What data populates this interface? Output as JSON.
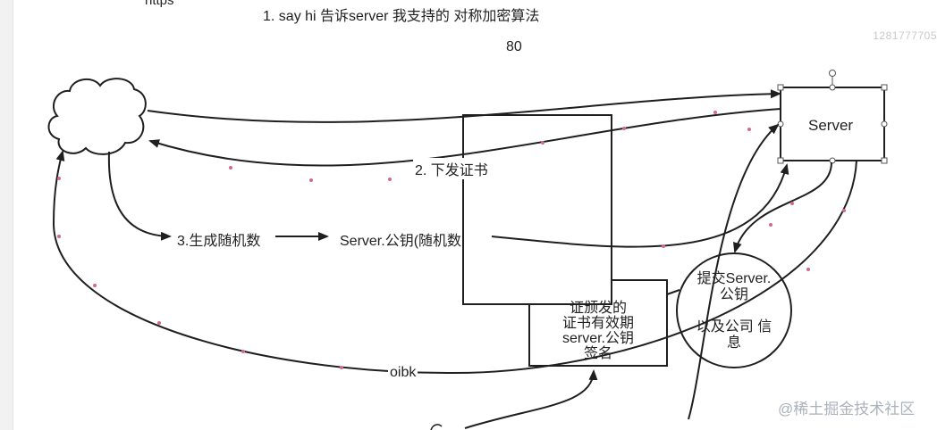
{
  "header": {
    "cut_text": "https",
    "step1": "1. say hi 告诉server  我支持的 对称加密算法",
    "port": "80"
  },
  "nodes": {
    "server": "Server",
    "cert_note": "证颁发的\n证书有效期\nserver.公钥\n签名",
    "circle_note": "提交Server.\n公钥\n\n以及公司 信\n息"
  },
  "labels": {
    "step2": "2. 下发证书",
    "step3": "3.生成随机数",
    "pubkey": "Server.公钥(随机数",
    "oibk": "oibk"
  },
  "watermarks": {
    "top_right": "1281777705",
    "bottom_right": "@稀土掘金技术社区"
  },
  "colors": {
    "line": "#1f1f1f",
    "dot": "#d06a88",
    "handle": "#555555"
  },
  "icons": {
    "client": "cloud-icon"
  }
}
